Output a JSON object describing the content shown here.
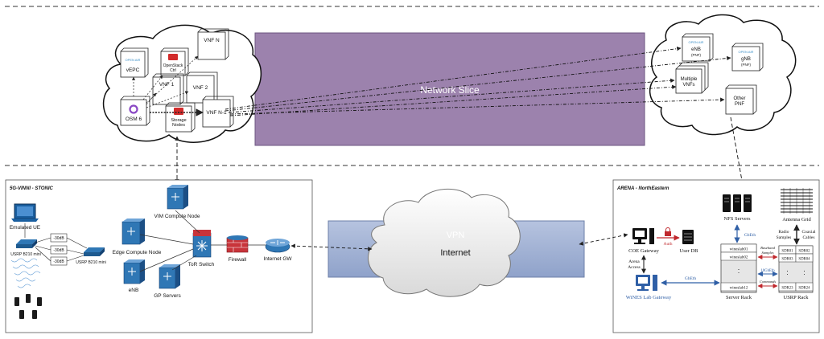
{
  "slice": {
    "label": "Network Slice",
    "color": "#9c82ad"
  },
  "vpn": {
    "label": "VPN",
    "internet": "Internet",
    "color": "#a7b5d4"
  },
  "top_cloud": {
    "vepc": "vEPC",
    "openstack": [
      "OpenStack",
      "Ctrl"
    ],
    "vnf1": "VNF 1",
    "vnf2": "VNF 2",
    "vnfn": "VNF N",
    "vnfn1": "VNF N-1",
    "osm": "OSM 6",
    "storage": [
      "Storage",
      "Nodes"
    ],
    "logo": "OPEN AIR"
  },
  "right_cloud": {
    "enb": "eNB",
    "enb_sub": "(PNF)",
    "gnb": "gNB",
    "gnb_sub": "(PNF)",
    "multiple": [
      "Multiple",
      "VNFs"
    ],
    "other": [
      "Other",
      "PNF"
    ],
    "logo": "OPEN AIR"
  },
  "left_panel": {
    "title": "5G-VINNI - STONIC",
    "emulated_ue": "Emulated UE",
    "usrp1": "USRP B210 mini",
    "usrp2": "USRP B210 mini",
    "att1": "-30dB",
    "att2": "-30dB",
    "att3": "-30dB",
    "edge": "Edge Compute Node",
    "enb": "eNB",
    "vim": "VIM Compute Node",
    "tor": "ToR Switch",
    "gp": "GP Servers",
    "firewall": "Firewall",
    "internet_gw": "Internet GW"
  },
  "right_panel": {
    "title": "ARENA - NorthEastern",
    "nfs": "NFS Servers",
    "antenna": "Antenna Grid",
    "radio": [
      "Radio",
      "Samples"
    ],
    "coaxial": [
      "Coaxial",
      "Cables"
    ],
    "coe": "COE Gateway",
    "auth": "Auth",
    "userdb": "User DB",
    "arena_access": [
      "Arena",
      "Access"
    ],
    "gbeth1": "GbEth",
    "gbeth2": "GbEth",
    "wines": "WiNES Lab Gateway",
    "rack_rows": [
      "wineslab01",
      "wineslab02",
      "wineslab12"
    ],
    "rack_dots": ":",
    "server_rack": "Server Rack",
    "baseband": [
      "Baseband",
      "Samples"
    ],
    "tengbeth": "10GbEth",
    "commands": "Commands",
    "sdr": [
      "SDR01",
      "SDR02",
      "SDR03",
      "SDR04",
      "SDR23",
      "SDR24"
    ],
    "sdr_dots": ":",
    "usrp_rack": "USRP Rack"
  }
}
